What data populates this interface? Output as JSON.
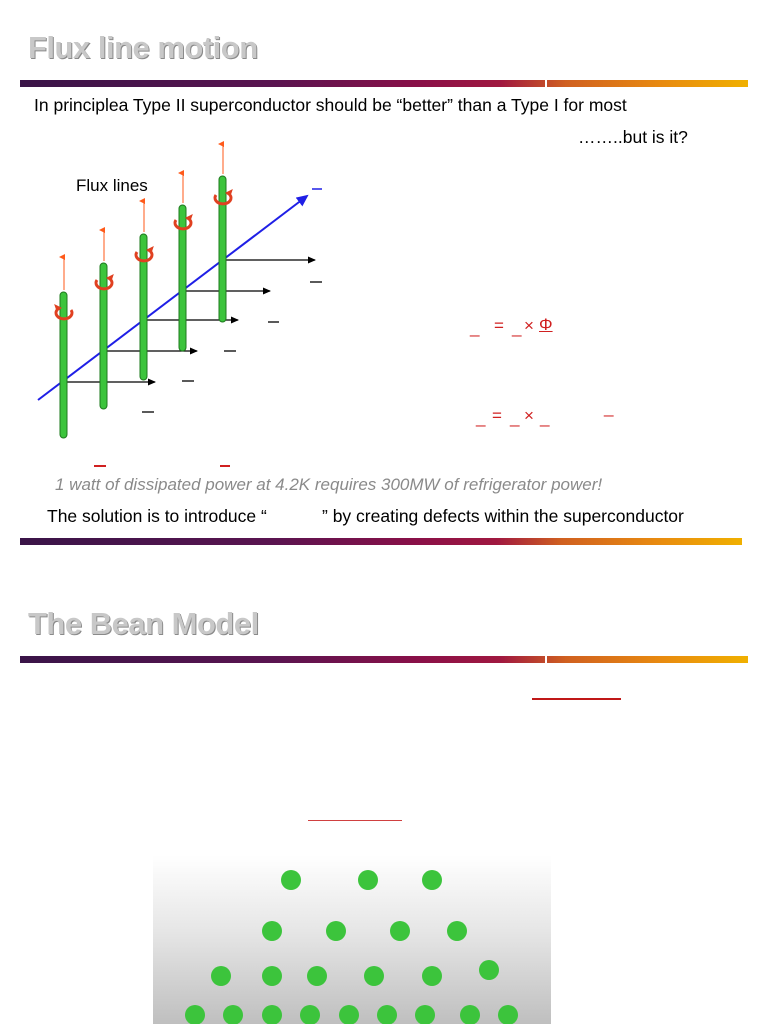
{
  "slide1": {
    "title": "Flux line motion",
    "intro": "In principlea Type II superconductor should be “better” than a Type I for most",
    "question": "……..but is it?",
    "flux_label": "Flux lines",
    "formula_top_symbol": "×",
    "formula_top_phi": "Φ",
    "formula_bottom_symbol": "×",
    "equals": "=",
    "note": "1 watt of dissipated power at 4.2K requires 300MW of refrigerator power!",
    "solution_start": "The solution is to introduce “",
    "solution_end": "” by creating defects within the superconductor"
  },
  "slide2": {
    "title": "The Bean Model"
  },
  "colors": {
    "flux_tube": "#3cc43c",
    "field_line": "#1f1fe6",
    "current_arrow": "#ff5a1a",
    "vortex_circulation": "#e04020",
    "formula_red": "#d02020",
    "title_gray": "#c8c8c8"
  }
}
